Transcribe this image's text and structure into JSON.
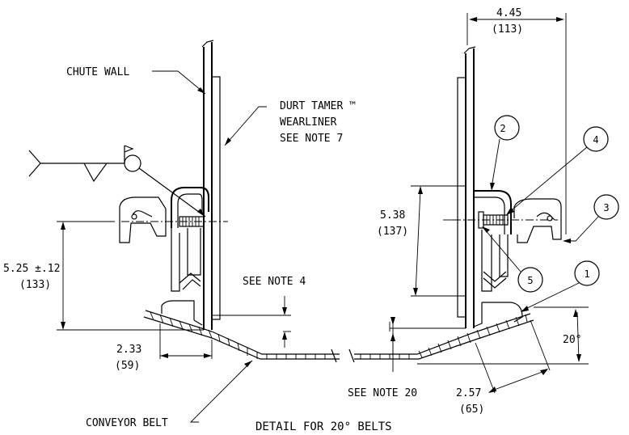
{
  "labels": {
    "chute_wall": "CHUTE WALL",
    "wearliner_1": "DURT TAMER ™",
    "wearliner_2": "WEARLINER",
    "wearliner_3": "SEE NOTE 7",
    "see_note_4": "SEE NOTE 4",
    "see_note_20": "SEE NOTE 20",
    "conveyor_belt": "CONVEYOR BELT",
    "title": "DETAIL FOR 20° BELTS"
  },
  "dimensions": {
    "d445_in": "4.45",
    "d445_mm": "(113)",
    "d538_in": "5.38",
    "d538_mm": "(137)",
    "d525_in": "5.25 ±.12",
    "d525_mm": "(133)",
    "d233_in": "2.33",
    "d233_mm": "(59)",
    "d257_in": "2.57",
    "d257_mm": "(65)",
    "angle": "20°"
  },
  "balloons": {
    "b1": "1",
    "b2": "2",
    "b3": "3",
    "b4": "4",
    "b5": "5"
  }
}
